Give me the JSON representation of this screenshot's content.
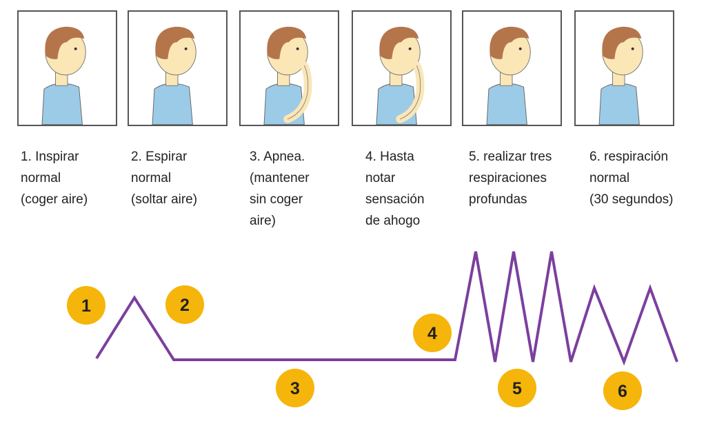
{
  "steps": [
    {
      "number": "1",
      "label": "1. Inspirar\nnormal\n(coger aire)",
      "hand": false
    },
    {
      "number": "2",
      "label": "2. Espirar\nnormal\n(soltar aire)",
      "hand": false
    },
    {
      "number": "3",
      "label": "3. Apnea.\n(mantener\nsin coger\naire)",
      "hand": true
    },
    {
      "number": "4",
      "label": "4. Hasta\nnotar\nsensación\nde ahogo",
      "hand": true
    },
    {
      "number": "5",
      "label": "5. realizar tres\nrespiraciones\nprofundas",
      "hand": false
    },
    {
      "number": "6",
      "label": "6. respiración\nnormal\n(30 segundos)",
      "hand": false
    }
  ],
  "colors": {
    "line": "#7b3f9e",
    "badge": "#f5b50a",
    "shirt": "#9ccbe8",
    "hair": "#b5754a",
    "skin": "#fbe6b6"
  }
}
